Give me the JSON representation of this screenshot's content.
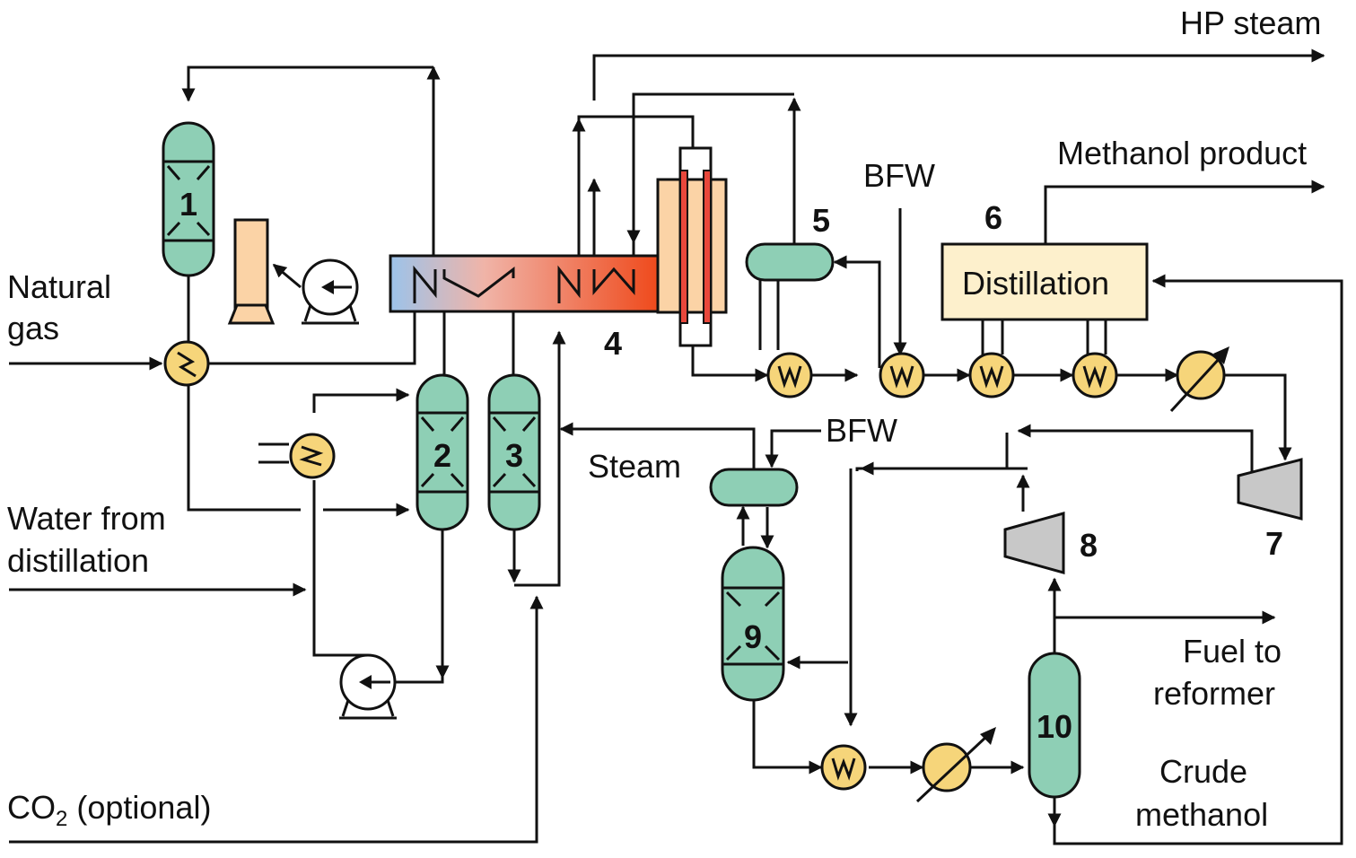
{
  "streams": {
    "hp_steam": "HP steam",
    "methanol_product": "Methanol product",
    "natural_gas_line1": "Natural",
    "natural_gas_line2": "gas",
    "water_line1": "Water from",
    "water_line2": "distillation",
    "co2": "CO",
    "co2_sub": "2",
    "co2_suffix": " (optional)",
    "steam": "Steam",
    "bfw_top": "BFW",
    "bfw_mid": "BFW",
    "fuel_line1": "Fuel to",
    "fuel_line2": "reformer",
    "crude_line1": "Crude",
    "crude_line2": "methanol"
  },
  "units": {
    "u1": "1",
    "u2": "2",
    "u3": "3",
    "u4": "4",
    "u5": "5",
    "u6": "6",
    "u7": "7",
    "u8": "8",
    "u9": "9",
    "u10": "10",
    "distillation": "Distillation"
  },
  "colors": {
    "vessel": "#8ecfb5",
    "heat_exchanger": "#f6d57a",
    "reformer_cold": "#9cc3ea",
    "reformer_hot": "#ef4a1c",
    "reactor_shell": "#fbd3a6",
    "distillation": "#fdf0cc",
    "compressor": "#c8c8c8"
  }
}
